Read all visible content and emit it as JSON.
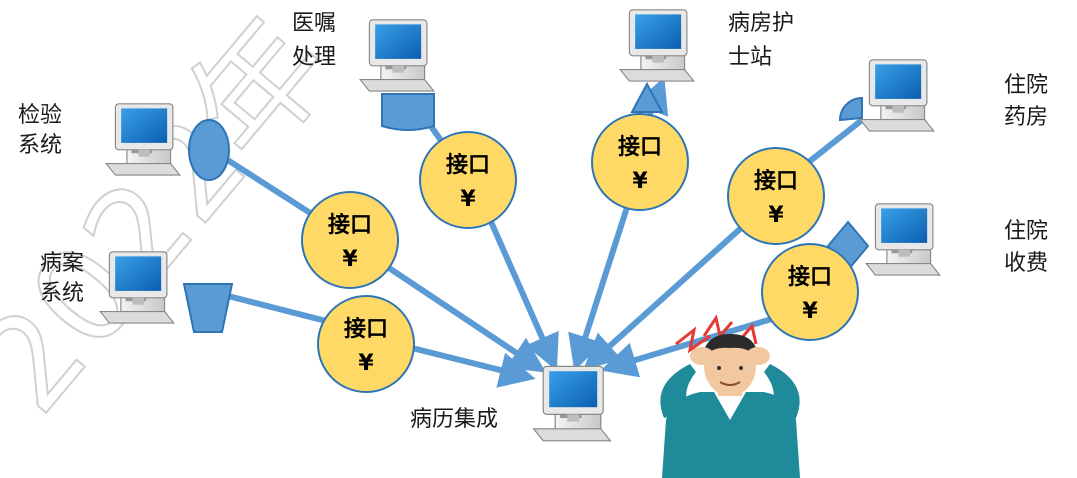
{
  "watermark": "2022年",
  "center": {
    "label": "病历集成"
  },
  "systems": [
    {
      "id": "jianyan",
      "line1": "检验",
      "line2": "系统"
    },
    {
      "id": "bingan",
      "line1": "病案",
      "line2": "系统"
    },
    {
      "id": "yizhu",
      "line1": "医嘱",
      "line2": "处理"
    },
    {
      "id": "hushizhan",
      "line1": "病房护",
      "line2": "士站"
    },
    {
      "id": "yaofang",
      "line1": "住院",
      "line2": "药房"
    },
    {
      "id": "shoufei",
      "line1": "住院",
      "line2": "收费"
    }
  ],
  "interface": {
    "label": "接口",
    "currency": "¥"
  },
  "colors": {
    "arrow": "#5b9bd5",
    "connector": "#5b9bd5",
    "bubble_fill": "#ffd966",
    "bubble_stroke": "#2e75b6"
  }
}
